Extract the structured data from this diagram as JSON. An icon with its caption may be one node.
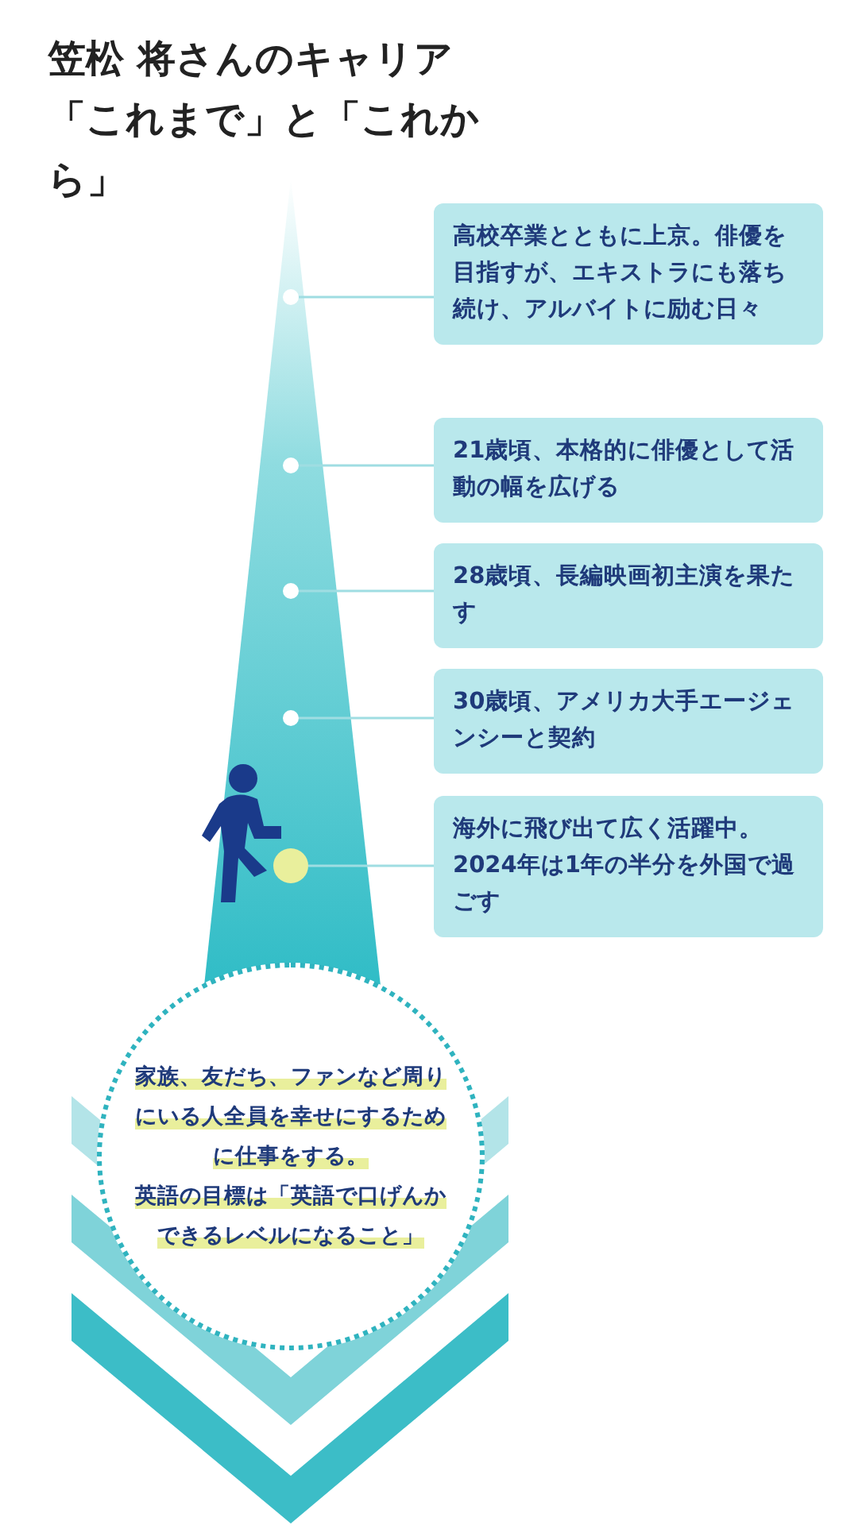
{
  "diagram": {
    "title": "笠松 将さんのキャリア「これまで」と「これから」",
    "nodes": [
      {
        "text": [
          "高校卒業とともに上京。俳優を目指すが、エキストラにも落ち続け、アルバイトに励む日々"
        ]
      },
      {
        "text": [
          "21歳頃、本格的に俳優として活動の幅を広げる"
        ]
      },
      {
        "text": [
          "28歳頃、長編映画初主演を果たす"
        ]
      },
      {
        "text": [
          "30歳頃、アメリカ大手エージェンシーと契約"
        ]
      },
      {
        "text": [
          "海外に飛び出て広く活躍中。2024年は1年の半分を外国で過ごす"
        ]
      },
      {
        "text": [],
        "shape": "circle"
      },
      {
        "text": [],
        "shape": "circle"
      },
      {
        "text": [],
        "shape": "circle"
      },
      {
        "text": [],
        "shape": "circle"
      },
      {
        "text": [],
        "shape": "circle"
      },
      {
        "text": [
          "家族、友だち、ファンなど周りにいる人全員を幸せにするために仕事をする。",
          "英語の目標は「英語で口げんかできるレベルになること」"
        ]
      }
    ],
    "edges": [
      {
        "from": 5,
        "to": 0,
        "arrow": "none"
      },
      {
        "from": 6,
        "to": 1,
        "arrow": "none"
      },
      {
        "from": 7,
        "to": 2,
        "arrow": "none"
      },
      {
        "from": 8,
        "to": 3,
        "arrow": "none"
      },
      {
        "from": 9,
        "to": 4,
        "arrow": "none"
      }
    ]
  }
}
